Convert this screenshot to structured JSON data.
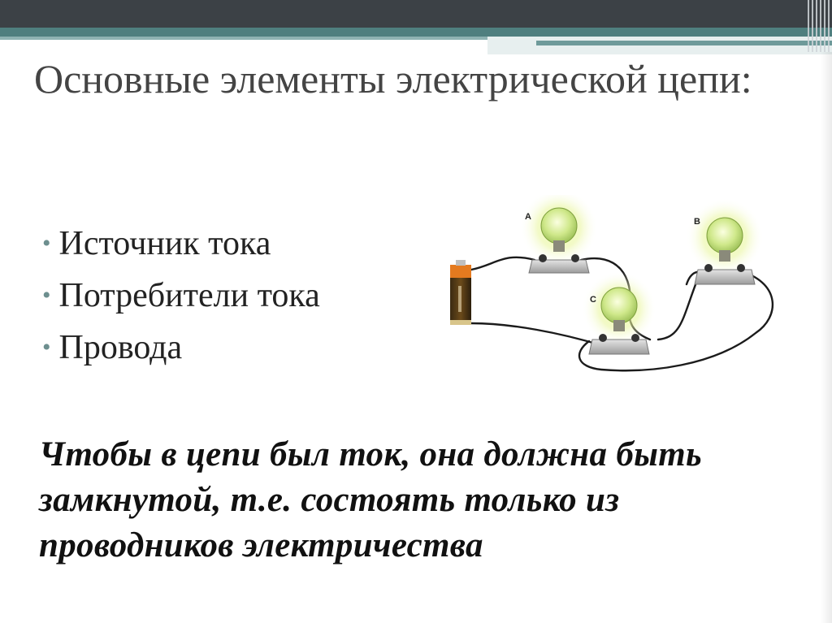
{
  "slide": {
    "title": "Основные элементы электрической цепи:",
    "bullets": [
      "Источник тока",
      "Потребители тока",
      "Провода"
    ],
    "note": "Чтобы в цепи был ток, она должна быть замкнутой, т.е. состоять только из проводников электричества"
  },
  "circuit": {
    "lamp_labels": [
      "A",
      "B",
      "C"
    ]
  },
  "colors": {
    "accent": "#4f7f7f",
    "header": "#3c4146"
  }
}
